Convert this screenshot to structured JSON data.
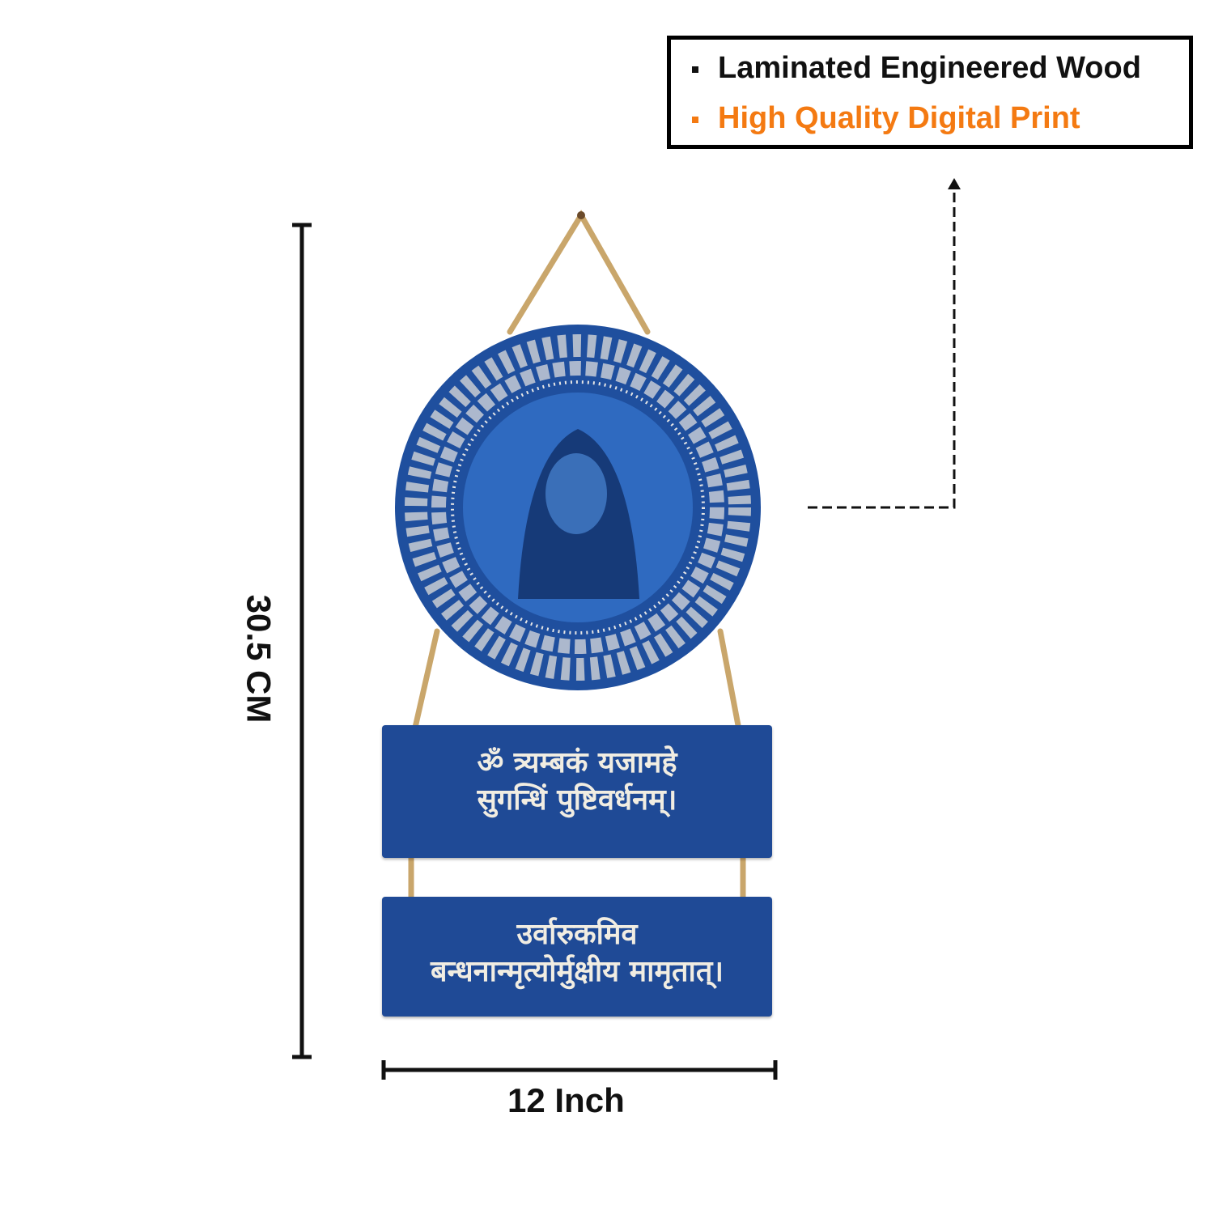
{
  "features": {
    "items": [
      {
        "label": "Laminated Engineered Wood",
        "color": "#111111"
      },
      {
        "label": "High Quality Digital Print",
        "color": "#f47a12"
      }
    ]
  },
  "dimensions": {
    "height_label": "30.5 CM",
    "width_label": "12 Inch"
  },
  "product": {
    "plank_color": "#1f4a96",
    "plank1_lines": [
      "ॐ त्र्यम्बकं यजामहे",
      "सुगन्धिं पुष्टिवर्धनम्।"
    ],
    "plank2_lines": [
      "उर्वारुकमिव",
      "बन्धनान्मृत्योर्मुक्षीय मामृतात्।"
    ]
  }
}
